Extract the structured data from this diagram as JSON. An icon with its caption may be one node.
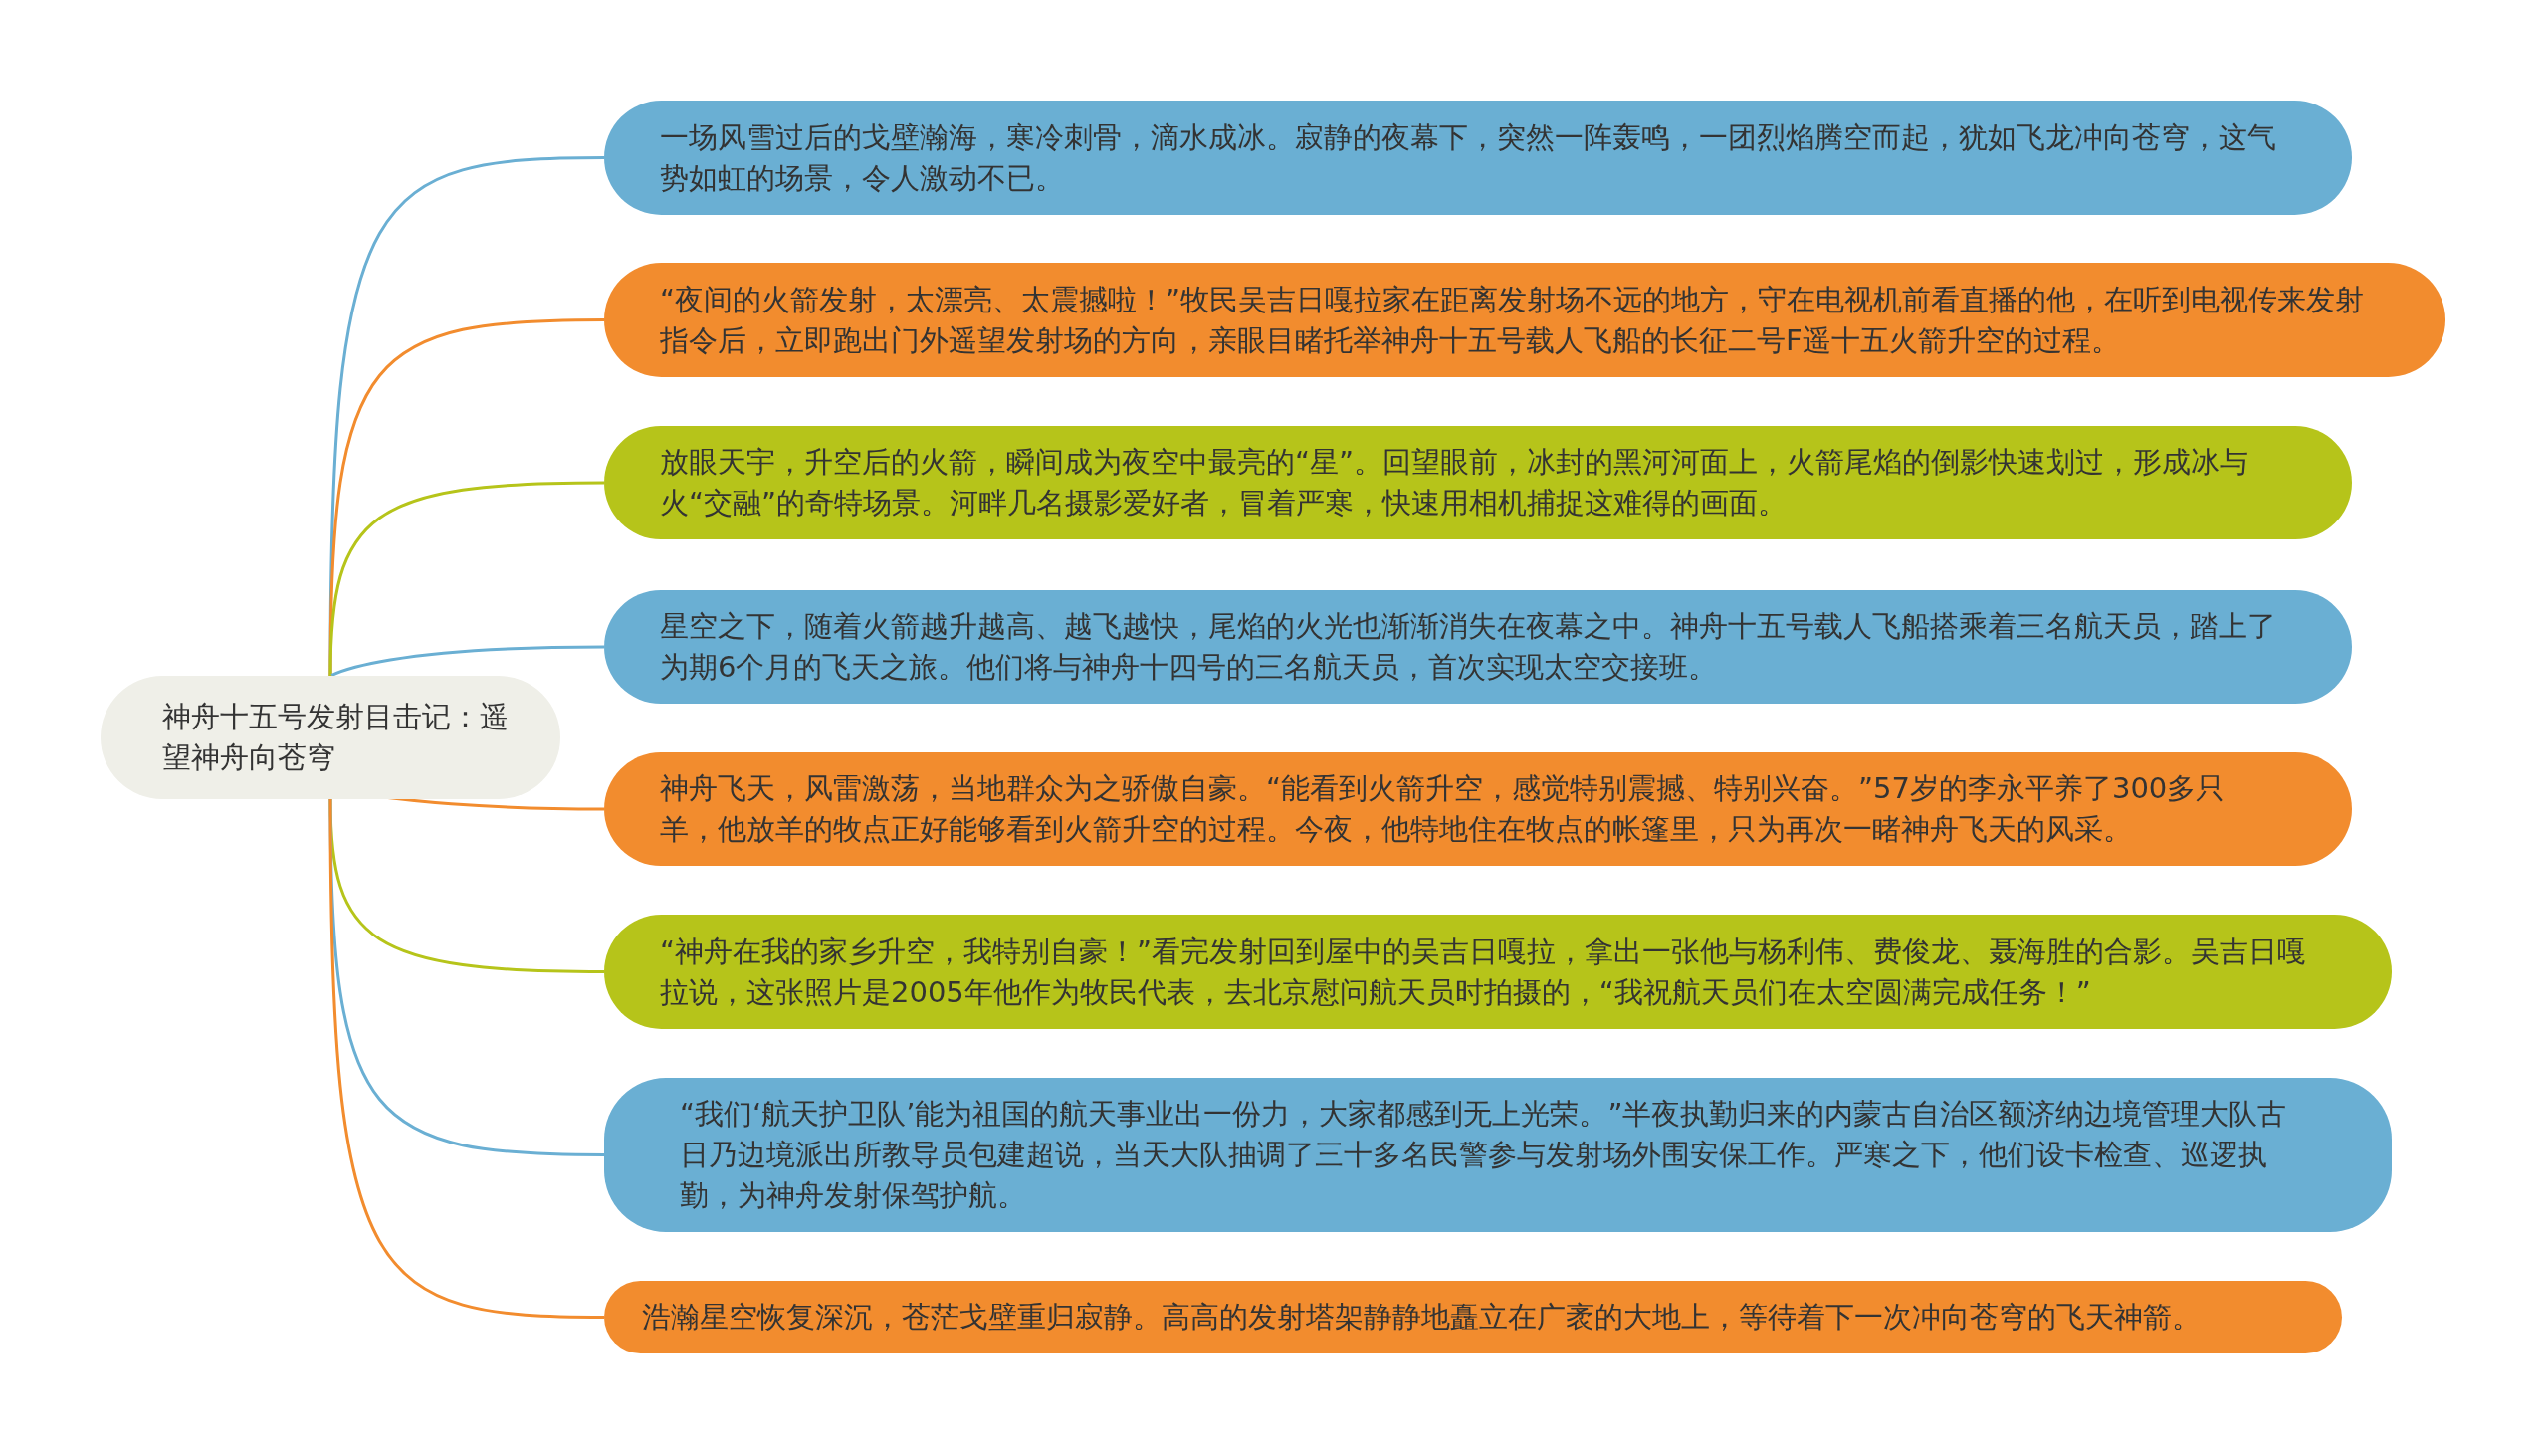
{
  "diagram": {
    "nodes": [
      {
        "text": [
          "神舟十五号发射目击记：遥望神舟向苍穹"
        ]
      },
      {
        "text": [
          "一场风雪过后的戈壁瀚海，寒冷刺骨，滴水成冰。寂静的夜幕下，突然一阵轰鸣，一团烈焰腾空而起，犹如飞龙冲向苍穹，这气势如虹的场景，令人激动不已。"
        ]
      },
      {
        "text": [
          "“夜间的火箭发射，太漂亮、太震撼啦！”牧民吴吉日嘎拉家在距离发射场不远的地方，守在电视机前看直播的他，在听到电视传来发射指令后，立即跑出门外遥望发射场的方向，亲眼目睹托举神舟十五号载人飞船的长征二号F遥十五火箭升空的过程。"
        ]
      },
      {
        "text": [
          "放眼天宇，升空后的火箭，瞬间成为夜空中最亮的“星”。回望眼前，冰封的黑河河面上，火箭尾焰的倒影快速划过，形成冰与火“交融”的奇特场景。河畔几名摄影爱好者，冒着严寒，快速用相机捕捉这难得的画面。"
        ]
      },
      {
        "text": [
          "星空之下，随着火箭越升越高、越飞越快，尾焰的火光也渐渐消失在夜幕之中。神舟十五号载人飞船搭乘着三名航天员，踏上了为期6个月的飞天之旅。他们将与神舟十四号的三名航天员，首次实现太空交接班。"
        ]
      },
      {
        "text": [
          "神舟飞天，风雷激荡，当地群众为之骄傲自豪。“能看到火箭升空，感觉特别震撼、特别兴奋。”57岁的李永平养了300多只羊，他放羊的牧点正好能够看到火箭升空的过程。今夜，他特地住在牧点的帐篷里，只为再次一睹神舟飞天的风采。"
        ]
      },
      {
        "text": [
          "“神舟在我的家乡升空，我特别自豪！”看完发射回到屋中的吴吉日嘎拉，拿出一张他与杨利伟、费俊龙、聂海胜的合影。吴吉日嘎拉说，这张照片是2005年他作为牧民代表，去北京慰问航天员时拍摄的，“我祝航天员们在太空圆满完成任务！”"
        ]
      },
      {
        "text": [
          "“我们‘航天护卫队’能为祖国的航天事业出一份力，大家都感到无上光荣。”半夜执勤归来的内蒙古自治区额济纳边境管理大队古日乃边境派出所教导员包建超说，当天大队抽调了三十多名民警参与发射场外围安保工作。严寒之下，他们设卡检查、巡逻执勤，为神舟发射保驾护航。"
        ]
      },
      {
        "text": [
          "浩瀚星空恢复深沉，苍茫戈壁重归寂静。高高的发射塔架静静地矗立在广袤的大地上，等待着下一次冲向苍穹的飞天神箭。"
        ]
      }
    ],
    "edges": [
      {
        "from": 0,
        "to": 1,
        "arrow": "none",
        "color": "#6aafd3"
      },
      {
        "from": 0,
        "to": 2,
        "arrow": "none",
        "color": "#f28c2e"
      },
      {
        "from": 0,
        "to": 3,
        "arrow": "none",
        "color": "#b6c41a"
      },
      {
        "from": 0,
        "to": 4,
        "arrow": "none",
        "color": "#6aafd3"
      },
      {
        "from": 0,
        "to": 5,
        "arrow": "none",
        "color": "#f28c2e"
      },
      {
        "from": 0,
        "to": 6,
        "arrow": "none",
        "color": "#b6c41a"
      },
      {
        "from": 0,
        "to": 7,
        "arrow": "none",
        "color": "#6aafd3"
      },
      {
        "from": 0,
        "to": 8,
        "arrow": "none",
        "color": "#f28c2e"
      }
    ]
  }
}
